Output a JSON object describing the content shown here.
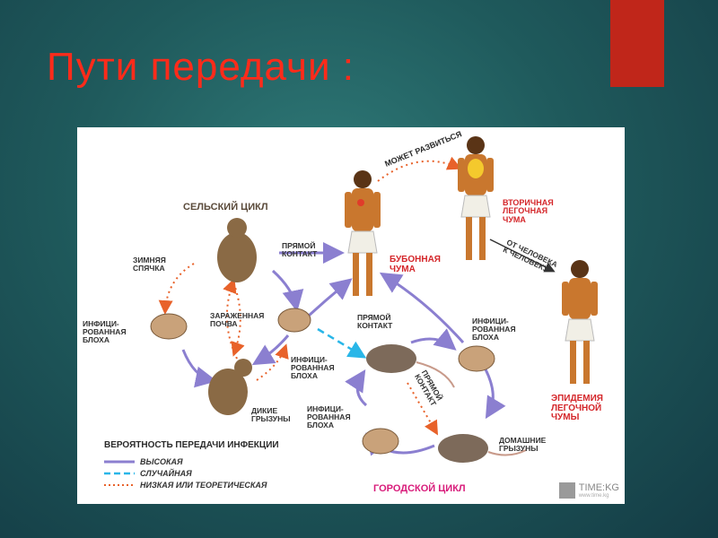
{
  "slide": {
    "title": "Пути передачи :",
    "accent_color": "#c0261a",
    "title_color": "#ff2b1a"
  },
  "diagram": {
    "labels": {
      "rural_cycle": "СЕЛЬСКИЙ ЦИКЛ",
      "urban_cycle": "ГОРОДСКОЙ ЦИКЛ",
      "may_develop": "МОЖЕТ РАЗВИТЬСЯ",
      "bubonic": "БУБОННАЯ\nЧУМА",
      "secondary_pneumonic": "ВТОРИЧНАЯ\nЛЕГОЧНАЯ\nЧУМА",
      "person_to_person": "ОТ ЧЕЛОВЕКА\nК ЧЕЛОВЕКУ",
      "epidemic_pneumonic": "ЭПИДЕМИЯ\nЛЕГОЧНОЙ\nЧУМЫ",
      "direct_contact_1": "ПРЯМОЙ\nКОНТАКТ",
      "direct_contact_2": "ПРЯМОЙ\nКОНТАКТ",
      "direct_contact_3": "ПРЯМОЙ\nКОНТАКТ",
      "hibernation": "ЗИМНЯЯ\nСПЯЧКА",
      "infected_soil": "ЗАРАЖЕННАЯ\nПОЧВА",
      "infected_flea_1": "ИНФИЦИ-\nРОВАННАЯ\nБЛОХА",
      "infected_flea_2": "ИНФИЦИ-\nРОВАННАЯ\nБЛОХА",
      "infected_flea_3": "ИНФИЦИ-\nРОВАННАЯ\nБЛОХА",
      "infected_flea_4": "ИНФИЦИ-\nРОВАННАЯ\nБЛОХА",
      "wild_rodents": "ДИКИЕ\nГРЫЗУНЫ",
      "domestic_rodents": "ДОМАШНИЕ\nГРЫЗУНЫ"
    },
    "legend": {
      "title": "ВЕРОЯТНОСТЬ ПЕРЕДАЧИ ИНФЕКЦИИ",
      "items": [
        {
          "label": "ВЫСОКАЯ",
          "color": "#8b7fd0",
          "style": "solid"
        },
        {
          "label": "СЛУЧАЙНАЯ",
          "color": "#29b6e8",
          "style": "dashed"
        },
        {
          "label": "НИЗКАЯ ИЛИ ТЕОРЕТИЧЕСКАЯ",
          "color": "#e8622a",
          "style": "dotted"
        }
      ]
    },
    "watermark": {
      "text": "TIME:KG",
      "sub": "www.time.kg"
    },
    "colors": {
      "high": "#8b7fd0",
      "random": "#29b6e8",
      "low": "#e8622a",
      "skin": "#c9772e",
      "body_red": "#e03c2a",
      "lungs": "#f4c92d"
    }
  }
}
